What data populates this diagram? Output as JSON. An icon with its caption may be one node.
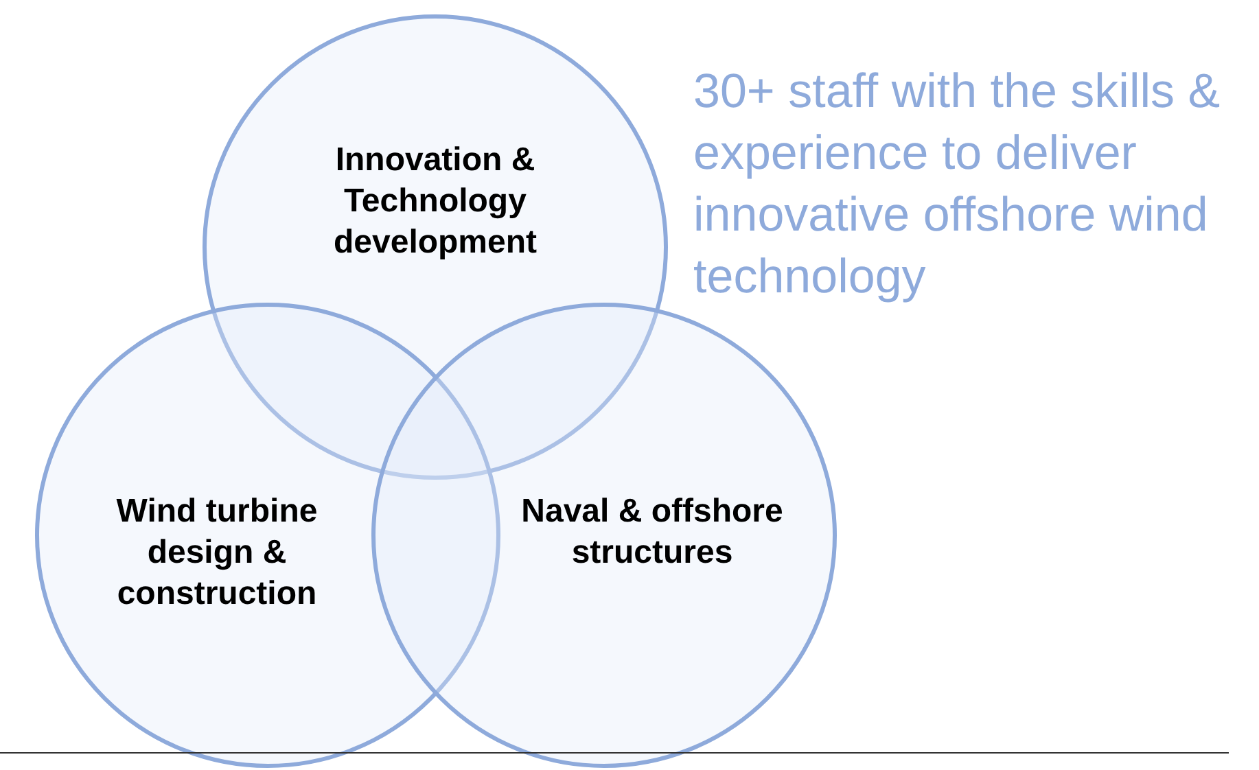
{
  "diagram": {
    "nodes": [
      {
        "text": [
          "Innovation & Technology development"
        ]
      },
      {
        "text": [
          "Wind turbine design & construction"
        ]
      },
      {
        "text": [
          "Naval & offshore structures"
        ]
      }
    ],
    "labels": [
      "30+ staff with the skills & experience to deliver innovative offshore wind technology"
    ]
  }
}
